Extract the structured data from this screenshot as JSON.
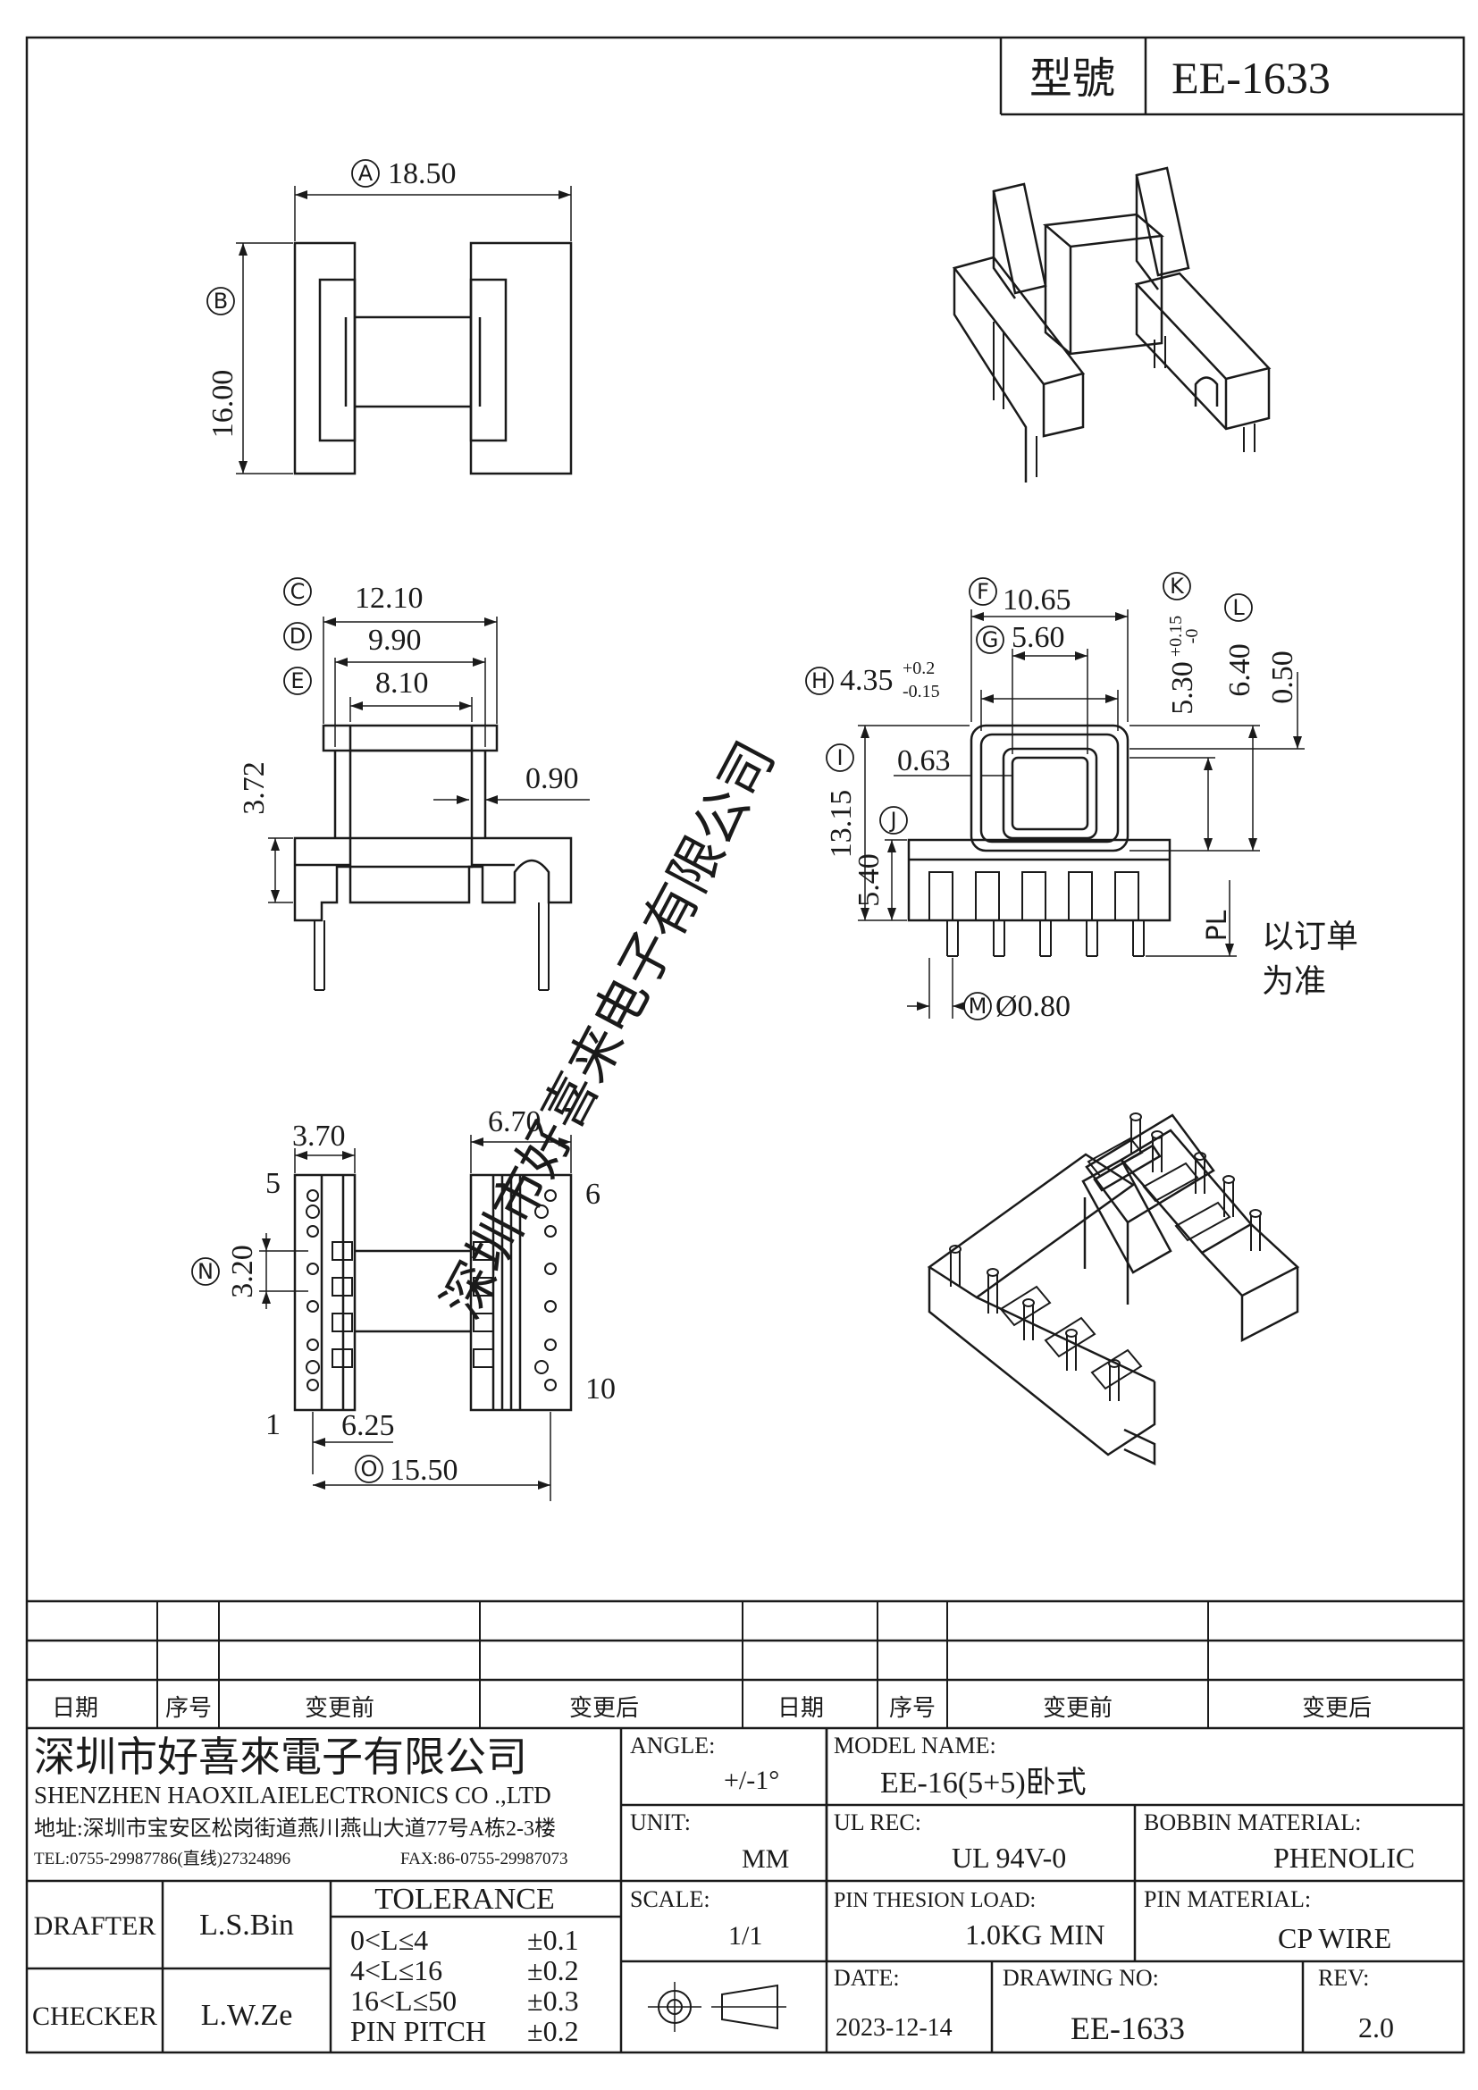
{
  "header": {
    "model_label": "型號",
    "model_value": "EE-1633"
  },
  "top_view": {
    "dim_a": {
      "letter": "A",
      "value": "18.50"
    },
    "dim_b": {
      "letter": "B",
      "value": "16.00"
    }
  },
  "front_view": {
    "dim_c": {
      "letter": "C",
      "value": "12.10"
    },
    "dim_d": {
      "letter": "D",
      "value": "9.90"
    },
    "dim_e": {
      "letter": "E",
      "value": "8.10"
    },
    "height": "3.72",
    "slot": "0.90"
  },
  "side_view": {
    "dim_f": {
      "letter": "F",
      "value": "10.65"
    },
    "dim_g": {
      "letter": "G",
      "value": "5.60"
    },
    "dim_h": {
      "letter": "H",
      "value": "4.35",
      "tol_plus": "+0.2",
      "tol_minus": "-0.15"
    },
    "dim_i": {
      "letter": "I",
      "value": "13.15"
    },
    "dim_j": {
      "letter": "J",
      "value": "5.40"
    },
    "dim_k": {
      "letter": "K",
      "value": "5.30",
      "tol_plus": "+0.15",
      "tol_minus": "-0"
    },
    "dim_l": {
      "letter": "L",
      "value": "6.40"
    },
    "top_gap": "0.50",
    "wall": "0.63",
    "dim_m": {
      "letter": "M",
      "value": "Ø0.80"
    },
    "pl": "PL",
    "pl_note_line1": "以订单",
    "pl_note_line2": "为准"
  },
  "bottom_view": {
    "width_left": "3.70",
    "width_right": "6.70",
    "dim_n": {
      "letter": "N",
      "value": "3.20"
    },
    "pin_spacing": "6.25",
    "dim_o": {
      "letter": "O",
      "value": "15.50"
    },
    "pin_5": "5",
    "pin_6": "6",
    "pin_1": "1",
    "pin_10": "10"
  },
  "revision_table": {
    "headers": [
      "日期",
      "序号",
      "变更前",
      "变更后",
      "日期",
      "序号",
      "变更前",
      "变更后"
    ]
  },
  "company": {
    "name_cn": "深圳市好喜來電子有限公司",
    "name_en": "SHENZHEN HAOXILAIELECTRONICS CO .,LTD",
    "address": "地址:深圳市宝安区松岗街道燕川燕山大道77号A栋2-3楼",
    "tel": "TEL:0755-29987786(直线)27324896",
    "fax": "FAX:86-0755-29987073"
  },
  "people": {
    "drafter_label": "DRAFTER",
    "drafter": "L.S.Bin",
    "checker_label": "CHECKER",
    "checker": "L.W.Ze"
  },
  "tolerance": {
    "title": "TOLERANCE",
    "rows": [
      {
        "range": "0<L≤4",
        "tol": "±0.1"
      },
      {
        "range": "4<L≤16",
        "tol": "±0.2"
      },
      {
        "range": "16<L≤50",
        "tol": "±0.3"
      },
      {
        "range": "PIN PITCH",
        "tol": "±0.2"
      }
    ]
  },
  "specs": {
    "angle_label": "ANGLE:",
    "angle": "+/-1°",
    "unit_label": "UNIT:",
    "unit": "MM",
    "scale_label": "SCALE:",
    "scale": "1/1",
    "model_name_label": "MODEL NAME:",
    "model_name": "EE-16(5+5)卧式",
    "ul_rec_label": "UL REC:",
    "ul_rec": "UL 94V-0",
    "bobbin_material_label": "BOBBIN MATERIAL:",
    "bobbin_material": "PHENOLIC",
    "pin_load_label": "PIN THESION LOAD:",
    "pin_load": "1.0KG MIN",
    "pin_material_label": "PIN MATERIAL:",
    "pin_material": "CP  WIRE",
    "date_label": "DATE:",
    "date": "2023-12-14",
    "drawing_no_label": "DRAWING NO:",
    "drawing_no": "EE-1633",
    "rev_label": "REV:",
    "rev": "2.0"
  },
  "watermark": "深圳市好喜来电子有限公司"
}
